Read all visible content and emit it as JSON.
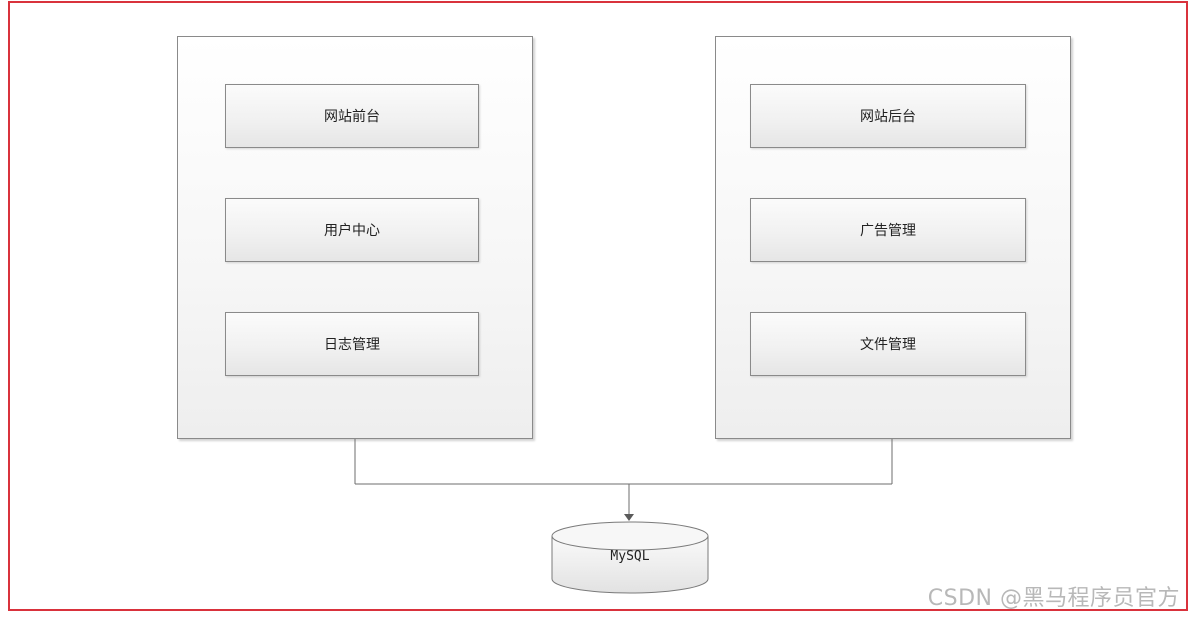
{
  "left_panel": {
    "modules": [
      "网站前台",
      "用户中心",
      "日志管理"
    ]
  },
  "right_panel": {
    "modules": [
      "网站后台",
      "广告管理",
      "文件管理"
    ]
  },
  "database": {
    "label": "MySQL"
  },
  "watermark": "CSDN @黑马程序员官方",
  "colors": {
    "frame_border": "#d9323c",
    "box_border": "#8a8a8a",
    "connector": "#6e6e6e"
  }
}
